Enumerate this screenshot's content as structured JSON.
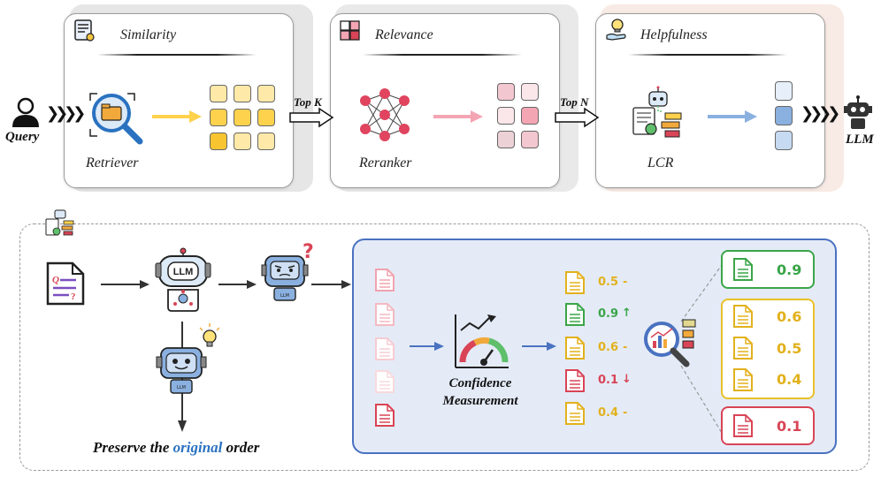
{
  "pipeline": {
    "query_label": "Query",
    "llm_label": "LLM",
    "topk_label": "Top K",
    "topn_label": "Top N",
    "stages": [
      {
        "title": "Similarity",
        "component": "Retriever",
        "icon": "document-ranking-icon",
        "bg": "#e8e8e8"
      },
      {
        "title": "Relevance",
        "component": "Reranker",
        "icon": "puzzle-icon",
        "bg": "#ebebeb"
      },
      {
        "title": "Helpfulness",
        "component": "LCR",
        "icon": "hand-lightbulb-icon",
        "bg": "#f9ece7"
      }
    ]
  },
  "detail": {
    "preserve": {
      "before": "Preserve the ",
      "highlight": "original",
      "after": " order"
    },
    "confidence": {
      "line1": "Confidence",
      "line2": "Measurement"
    },
    "scores": [
      {
        "value": "0.5",
        "trend": "-",
        "color": "#e2b11c"
      },
      {
        "value": "0.9",
        "trend": "↑",
        "color": "#3aa548"
      },
      {
        "value": "0.6",
        "trend": "-",
        "color": "#e2b11c"
      },
      {
        "value": "0.1",
        "trend": "↓",
        "color": "#d94456"
      },
      {
        "value": "0.4",
        "trend": "-",
        "color": "#e2b11c"
      }
    ],
    "groups": {
      "top": [
        "0.9"
      ],
      "middle": [
        "0.6",
        "0.5",
        "0.4"
      ],
      "bottom": [
        "0.1"
      ]
    }
  },
  "colors": {
    "retriever": "#ffd24d",
    "reranker": "#f4a5b4",
    "lcr": "#8ab0e0",
    "accent_blue": "#2a72c0"
  }
}
